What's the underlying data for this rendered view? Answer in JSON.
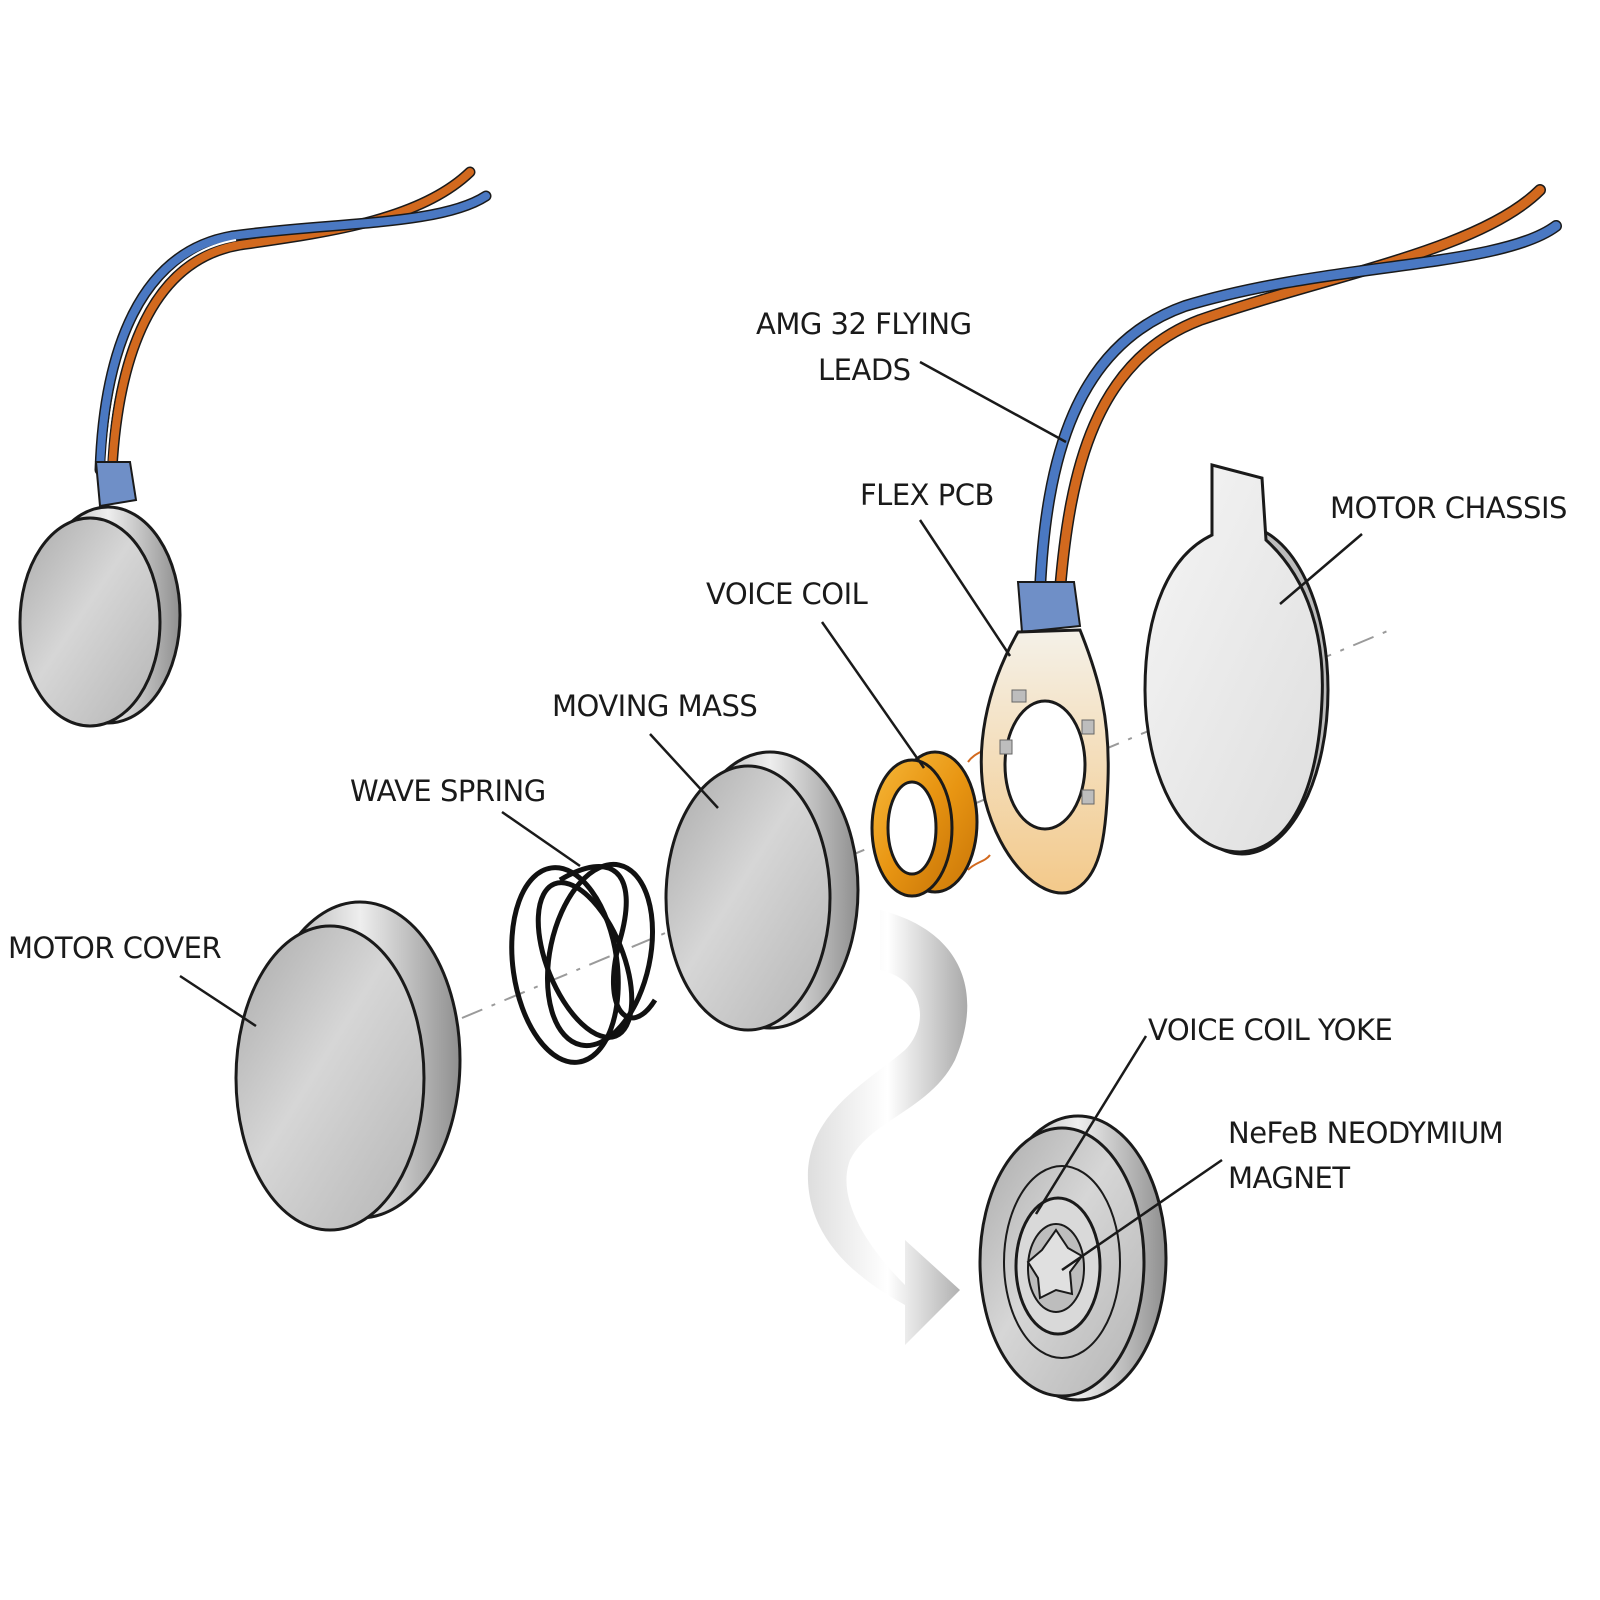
{
  "labels": {
    "flying_leads_line1": "AMG 32 FLYING",
    "flying_leads_line2": "LEADS",
    "flex_pcb": "FLEX PCB",
    "motor_chassis": "MOTOR CHASSIS",
    "voice_coil": "VOICE COIL",
    "moving_mass": "MOVING MASS",
    "wave_spring": "WAVE SPRING",
    "motor_cover": "MOTOR COVER",
    "voice_coil_yoke": "VOICE COIL YOKE",
    "magnet_line1": "NeFeB NEODYMIUM",
    "magnet_line2": "MAGNET"
  },
  "colors": {
    "wire_orange": "#d2691e",
    "wire_blue": "#4a78c2",
    "metal": "#c9c9c9",
    "copper": "#e8a11a",
    "outline": "#1a1a1a"
  }
}
